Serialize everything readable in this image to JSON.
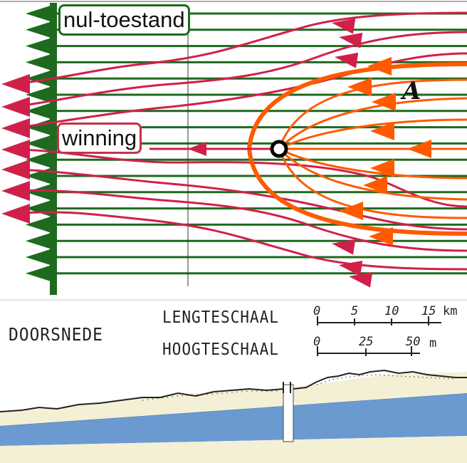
{
  "labels": {
    "baseline": "nul-toestand",
    "pumping": "winning",
    "zone": "A"
  },
  "cross_section": {
    "title": "DOORSNEDE",
    "length_scale": {
      "label": "LENGTESCHAAL",
      "ticks": [
        "0",
        "5",
        "10",
        "15"
      ],
      "unit": "km"
    },
    "height_scale": {
      "label": "HOOGTESCHAAL",
      "ticks": [
        "0",
        "25",
        "50"
      ],
      "unit": "m"
    }
  },
  "colors": {
    "baseline_flow": "#1e6a1e",
    "disturbed_flow": "#d0204a",
    "capture_zone": "#ff5a00",
    "aquifer": "#6a9ad0",
    "sand": "#f4f0d6"
  }
}
